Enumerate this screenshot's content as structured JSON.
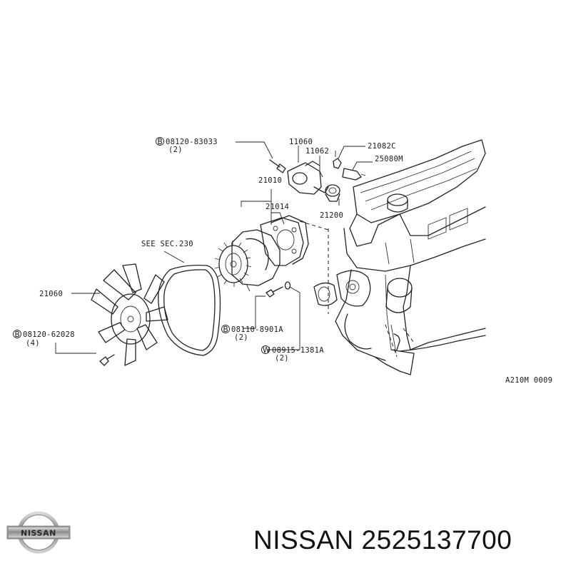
{
  "diagram": {
    "labels": {
      "bolt_83033": "08120-83033",
      "bolt_83033_qty": "(2)",
      "p11060": "11060",
      "p11062": "11062",
      "p21082c": "21082C",
      "p25080m": "25080M",
      "p21010": "21010",
      "p21014": "21014",
      "p21200": "21200",
      "see_sec": "SEE SEC.230",
      "p21060": "21060",
      "bolt_62028": "08120-62028",
      "bolt_62028_qty": "(4)",
      "bolt_8901a": "08110-8901A",
      "bolt_8901a_qty": "(2)",
      "washer_1381a": "08915-1381A",
      "washer_1381a_qty": "(2)",
      "ref_code": "A210M 0009"
    },
    "marker_b": "B",
    "marker_w": "W"
  },
  "brand": {
    "logo_text": "NISSAN",
    "part_caption": "NISSAN 2525137700"
  }
}
